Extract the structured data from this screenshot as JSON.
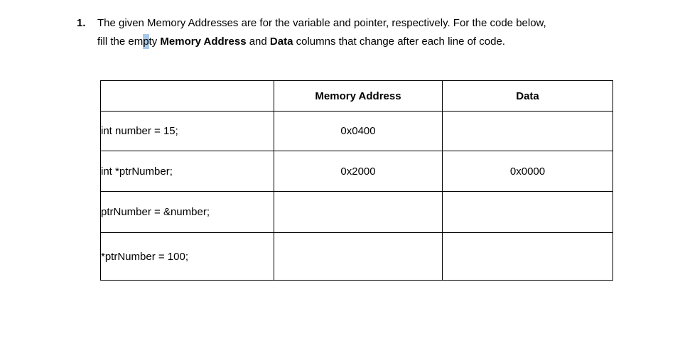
{
  "question": {
    "number": "1.",
    "line1": "The given Memory Addresses are for the variable and pointer, respectively. For the code below,",
    "line2": {
      "pre": "fill the em",
      "highlighted": "p",
      "after_highlight": "ty ",
      "bold1": "Memory Address",
      "mid": " and ",
      "bold2": "Data",
      "end": " columns that change after each line of code."
    }
  },
  "table": {
    "headers": [
      "",
      "Memory Address",
      "Data"
    ],
    "rows": [
      {
        "code": "int number = 15;",
        "memory_address": "0x0400",
        "data": ""
      },
      {
        "code": "int *ptrNumber;",
        "memory_address": "0x2000",
        "data": "0x0000"
      },
      {
        "code": "ptrNumber = &number;",
        "memory_address": "",
        "data": ""
      },
      {
        "code": "*ptrNumber = 100;",
        "memory_address": "",
        "data": ""
      }
    ]
  },
  "colors": {
    "text": "#000000",
    "border": "#000000",
    "background": "#ffffff",
    "selection_highlight": "#a8c8e8"
  }
}
